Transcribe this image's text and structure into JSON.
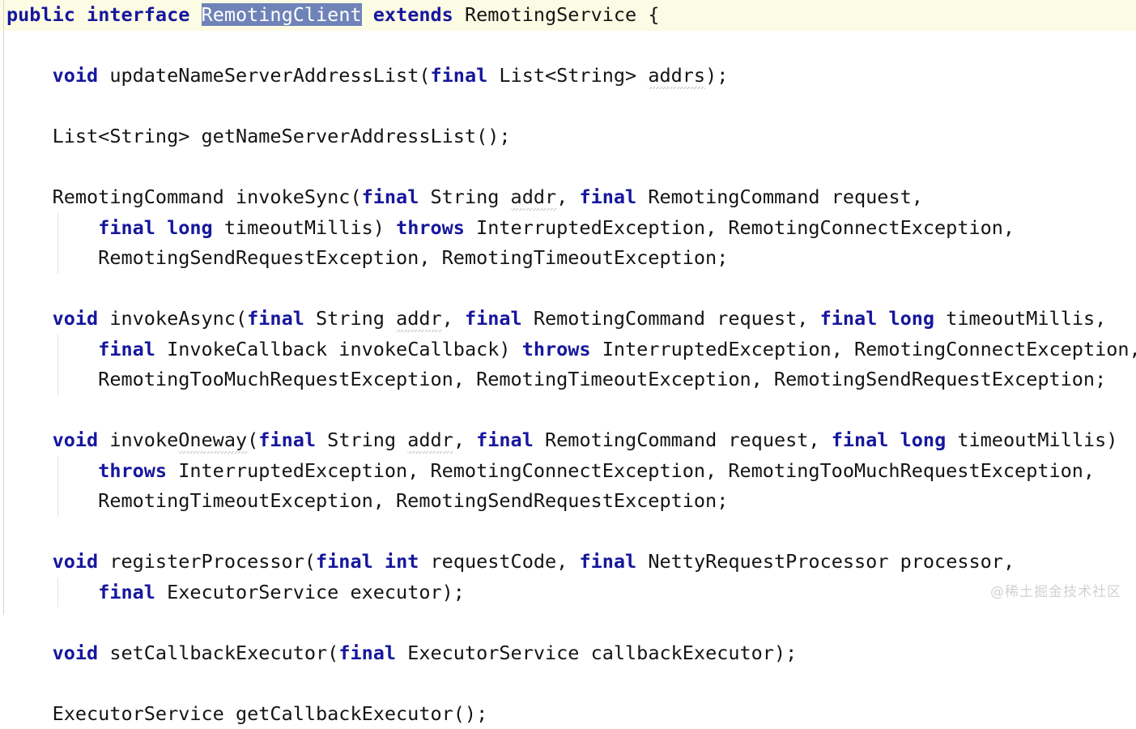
{
  "editor": {
    "file_kind": "java-source",
    "current_line_index": 0,
    "selection_text": "RemotingClient",
    "colors": {
      "background": "#ffffff",
      "current_line_highlight": "#fcfbe4",
      "selection_background": "#6f83b8",
      "selection_foreground": "#ffffff",
      "keyword": "#16179c",
      "text": "#141414",
      "indent_guide": "#e2e2e2",
      "gutter_divider": "#d6d6d6",
      "watermark": "#d2d2d2",
      "squiggle": "#b9b9b9"
    }
  },
  "watermark": {
    "text": "@稀土掘金技术社区"
  },
  "code": {
    "lines": [
      {
        "id": "line-1-declaration",
        "current": true,
        "guide": false,
        "tokens": [
          {
            "t": "public",
            "k": "kw"
          },
          {
            "t": " "
          },
          {
            "t": "interface",
            "k": "kw"
          },
          {
            "t": " "
          },
          {
            "t": "RemotingClient",
            "k": "sel"
          },
          {
            "t": " "
          },
          {
            "t": "extends",
            "k": "kw"
          },
          {
            "t": " RemotingService {"
          }
        ]
      },
      {
        "id": "line-2-blank",
        "current": false,
        "guide": false,
        "tokens": [
          {
            "t": ""
          }
        ]
      },
      {
        "id": "line-3-updateNameServerAddressList",
        "current": false,
        "guide": false,
        "tokens": [
          {
            "t": "    "
          },
          {
            "t": "void",
            "k": "kw"
          },
          {
            "t": " updateNameServerAddressList("
          },
          {
            "t": "final",
            "k": "kw"
          },
          {
            "t": " List<String> "
          },
          {
            "t": "addrs",
            "k": "squiggle"
          },
          {
            "t": ");"
          }
        ]
      },
      {
        "id": "line-4-blank",
        "current": false,
        "guide": false,
        "tokens": [
          {
            "t": ""
          }
        ]
      },
      {
        "id": "line-5-getNameServerAddressList",
        "current": false,
        "guide": false,
        "tokens": [
          {
            "t": "    List<String> getNameServerAddressList();"
          }
        ]
      },
      {
        "id": "line-6-blank",
        "current": false,
        "guide": false,
        "tokens": [
          {
            "t": ""
          }
        ]
      },
      {
        "id": "line-7-invokeSync-signature",
        "current": false,
        "guide": false,
        "tokens": [
          {
            "t": "    RemotingCommand invokeSync("
          },
          {
            "t": "final",
            "k": "kw"
          },
          {
            "t": " String "
          },
          {
            "t": "addr",
            "k": "squiggle"
          },
          {
            "t": ", "
          },
          {
            "t": "final",
            "k": "kw"
          },
          {
            "t": " RemotingCommand request,"
          }
        ]
      },
      {
        "id": "line-8-invokeSync-throws",
        "current": false,
        "guide": true,
        "tokens": [
          {
            "t": "        "
          },
          {
            "t": "final",
            "k": "kw"
          },
          {
            "t": " "
          },
          {
            "t": "long",
            "k": "kw"
          },
          {
            "t": " timeoutMillis) "
          },
          {
            "t": "throws",
            "k": "kw"
          },
          {
            "t": " InterruptedException, RemotingConnectException,"
          }
        ]
      },
      {
        "id": "line-9-invokeSync-throws-cont",
        "current": false,
        "guide": true,
        "tokens": [
          {
            "t": "        RemotingSendRequestException, RemotingTimeoutException;"
          }
        ]
      },
      {
        "id": "line-10-blank",
        "current": false,
        "guide": false,
        "tokens": [
          {
            "t": ""
          }
        ]
      },
      {
        "id": "line-11-invokeAsync-signature",
        "current": false,
        "guide": false,
        "tokens": [
          {
            "t": "    "
          },
          {
            "t": "void",
            "k": "kw"
          },
          {
            "t": " invokeAsync("
          },
          {
            "t": "final",
            "k": "kw"
          },
          {
            "t": " String "
          },
          {
            "t": "addr",
            "k": "squiggle"
          },
          {
            "t": ", "
          },
          {
            "t": "final",
            "k": "kw"
          },
          {
            "t": " RemotingCommand request, "
          },
          {
            "t": "final",
            "k": "kw"
          },
          {
            "t": " "
          },
          {
            "t": "long",
            "k": "kw"
          },
          {
            "t": " timeoutMillis,"
          }
        ]
      },
      {
        "id": "line-12-invokeAsync-callback",
        "current": false,
        "guide": true,
        "tokens": [
          {
            "t": "        "
          },
          {
            "t": "final",
            "k": "kw"
          },
          {
            "t": " InvokeCallback invokeCallback) "
          },
          {
            "t": "throws",
            "k": "kw"
          },
          {
            "t": " InterruptedException, RemotingConnectException,"
          }
        ]
      },
      {
        "id": "line-13-invokeAsync-throws-cont",
        "current": false,
        "guide": true,
        "tokens": [
          {
            "t": "        RemotingTooMuchRequestException, RemotingTimeoutException, RemotingSendRequestException;"
          }
        ]
      },
      {
        "id": "line-14-blank",
        "current": false,
        "guide": false,
        "tokens": [
          {
            "t": ""
          }
        ]
      },
      {
        "id": "line-15-invokeOneway-signature",
        "current": false,
        "guide": false,
        "tokens": [
          {
            "t": "    "
          },
          {
            "t": "void",
            "k": "kw"
          },
          {
            "t": " invoke"
          },
          {
            "t": "Oneway",
            "k": "squiggle"
          },
          {
            "t": "("
          },
          {
            "t": "final",
            "k": "kw"
          },
          {
            "t": " String "
          },
          {
            "t": "addr",
            "k": "squiggle"
          },
          {
            "t": ", "
          },
          {
            "t": "final",
            "k": "kw"
          },
          {
            "t": " RemotingCommand request, "
          },
          {
            "t": "final",
            "k": "kw"
          },
          {
            "t": " "
          },
          {
            "t": "long",
            "k": "kw"
          },
          {
            "t": " timeoutMillis)"
          }
        ]
      },
      {
        "id": "line-16-invokeOneway-throws",
        "current": false,
        "guide": true,
        "tokens": [
          {
            "t": "        "
          },
          {
            "t": "throws",
            "k": "kw"
          },
          {
            "t": " InterruptedException, RemotingConnectException, RemotingTooMuchRequestException,"
          }
        ]
      },
      {
        "id": "line-17-invokeOneway-throws-cont",
        "current": false,
        "guide": true,
        "tokens": [
          {
            "t": "        RemotingTimeoutException, RemotingSendRequestException;"
          }
        ]
      },
      {
        "id": "line-18-blank",
        "current": false,
        "guide": false,
        "tokens": [
          {
            "t": ""
          }
        ]
      },
      {
        "id": "line-19-registerProcessor-signature",
        "current": false,
        "guide": false,
        "tokens": [
          {
            "t": "    "
          },
          {
            "t": "void",
            "k": "kw"
          },
          {
            "t": " registerProcessor("
          },
          {
            "t": "final",
            "k": "kw"
          },
          {
            "t": " "
          },
          {
            "t": "int",
            "k": "kw"
          },
          {
            "t": " requestCode, "
          },
          {
            "t": "final",
            "k": "kw"
          },
          {
            "t": " NettyRequestProcessor processor,"
          }
        ]
      },
      {
        "id": "line-20-registerProcessor-executor",
        "current": false,
        "guide": true,
        "tokens": [
          {
            "t": "        "
          },
          {
            "t": "final",
            "k": "kw"
          },
          {
            "t": " ExecutorService executor);"
          }
        ]
      },
      {
        "id": "line-21-blank",
        "current": false,
        "guide": false,
        "tokens": [
          {
            "t": ""
          }
        ]
      },
      {
        "id": "line-22-setCallbackExecutor",
        "current": false,
        "guide": false,
        "tokens": [
          {
            "t": "    "
          },
          {
            "t": "void",
            "k": "kw"
          },
          {
            "t": " setCallbackExecutor("
          },
          {
            "t": "final",
            "k": "kw"
          },
          {
            "t": " ExecutorService callbackExecutor);"
          }
        ]
      },
      {
        "id": "line-23-blank",
        "current": false,
        "guide": false,
        "tokens": [
          {
            "t": ""
          }
        ]
      },
      {
        "id": "line-24-getCallbackExecutor",
        "current": false,
        "guide": false,
        "tokens": [
          {
            "t": "    ExecutorService getCallbackExecutor();"
          }
        ]
      }
    ]
  }
}
